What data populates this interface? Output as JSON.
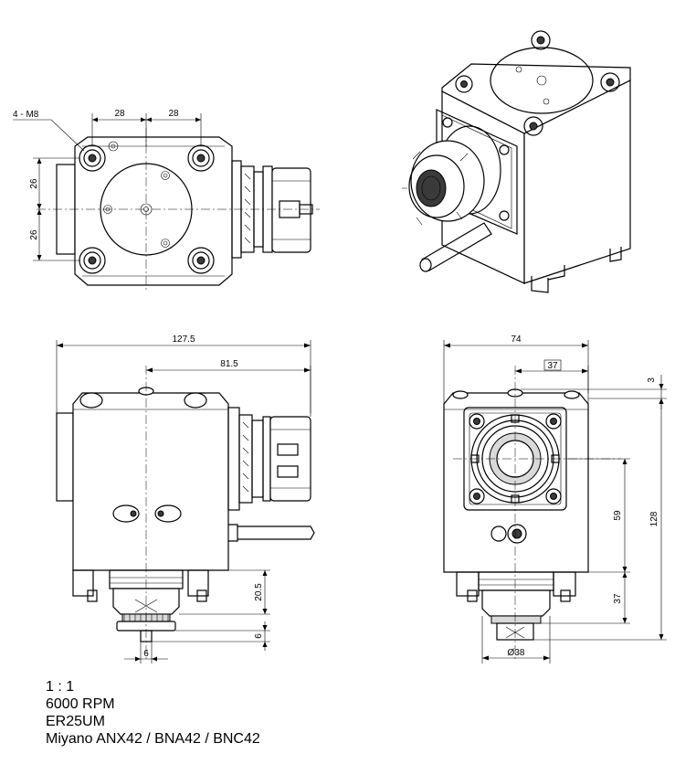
{
  "dimensions": {
    "top_view": {
      "thread": "4 - M8",
      "pitch_x_left": "28",
      "pitch_x_right": "28",
      "pitch_y_top": "26",
      "pitch_y_bottom": "26"
    },
    "side_view": {
      "overall_length": "127.5",
      "nose_length": "81.5",
      "shank_height": "20.5",
      "shank_step": "6",
      "shank_width": "6"
    },
    "front_view": {
      "width": "74",
      "center_offset": "37",
      "top_gap": "3",
      "center_height": "59",
      "lower_height": "37",
      "overall_height": "128",
      "shank_diameter": "Ø38"
    }
  },
  "notes": {
    "scale": "1 : 1",
    "speed": "6000 RPM",
    "collet": "ER25UM",
    "machine": "Miyano ANX42 / BNA42 / BNC42"
  }
}
